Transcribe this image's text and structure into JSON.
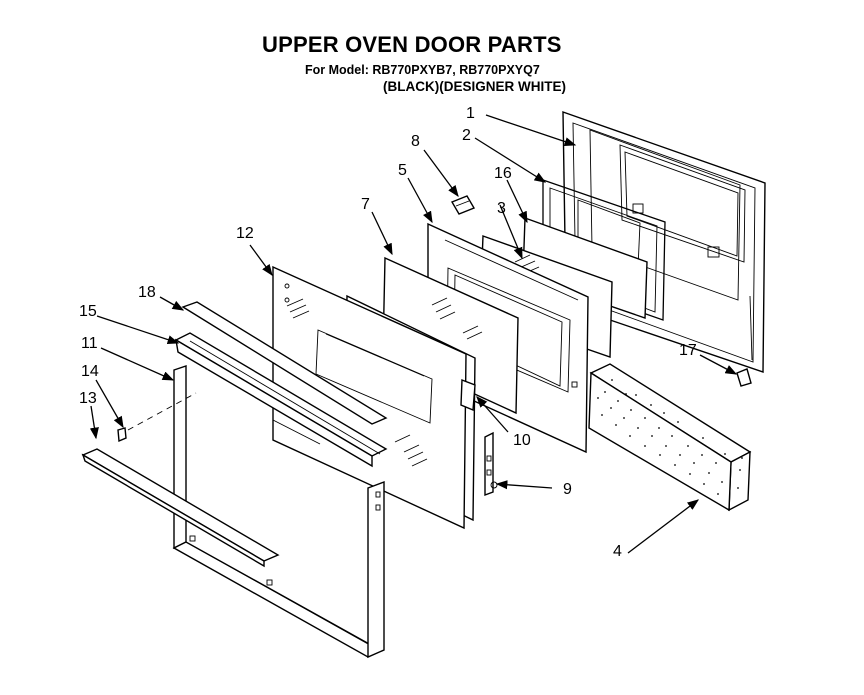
{
  "title": "UPPER OVEN DOOR PARTS",
  "model_line": "For Model: RB770PXYB7, RB770PXYQ7",
  "variant_line": "(BLACK)(DESIGNER WHITE)",
  "callouts": [
    {
      "id": "c1",
      "label": "1"
    },
    {
      "id": "c2",
      "label": "2"
    },
    {
      "id": "c3",
      "label": "3"
    },
    {
      "id": "c4",
      "label": "4"
    },
    {
      "id": "c5",
      "label": "5"
    },
    {
      "id": "c7",
      "label": "7"
    },
    {
      "id": "c8",
      "label": "8"
    },
    {
      "id": "c9",
      "label": "9"
    },
    {
      "id": "c10",
      "label": "10"
    },
    {
      "id": "c11",
      "label": "11"
    },
    {
      "id": "c12",
      "label": "12"
    },
    {
      "id": "c13",
      "label": "13"
    },
    {
      "id": "c14",
      "label": "14"
    },
    {
      "id": "c15",
      "label": "15"
    },
    {
      "id": "c16",
      "label": "16"
    },
    {
      "id": "c17",
      "label": "17"
    },
    {
      "id": "c18",
      "label": "18"
    }
  ]
}
